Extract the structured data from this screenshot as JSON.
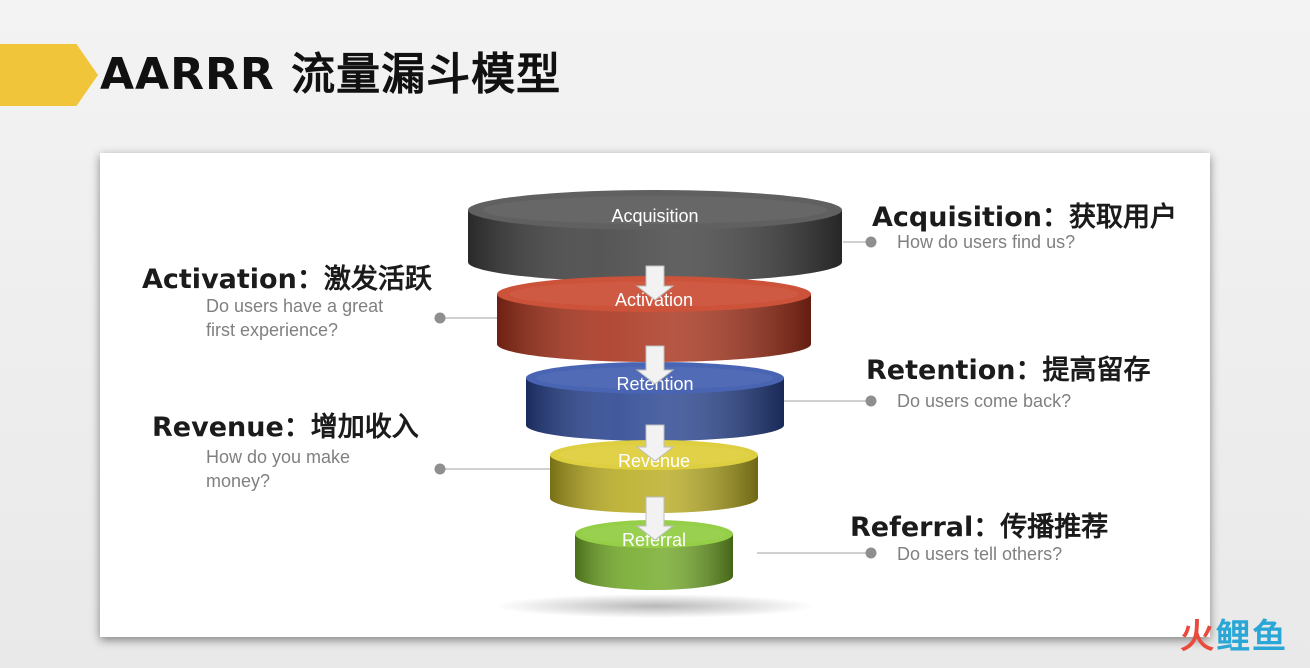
{
  "title": "AARRR 流量漏斗模型",
  "stages": [
    {
      "label": "Acquisition",
      "heading": "Acquisition：获取用户",
      "desc": "How do users find us?",
      "color": "#4a4a4a"
    },
    {
      "label": "Activation",
      "heading": "Activation：激发活跃",
      "desc": "Do users have a great\nfirst experience?",
      "color": "#c53a1f"
    },
    {
      "label": "Retention",
      "heading": "Retention：提高留存",
      "desc": "Do users come back?",
      "color": "#2f4fa8"
    },
    {
      "label": "Revenue",
      "heading": "Revenue：增加收入",
      "desc": "How do you make\nmoney?",
      "color": "#d9c927"
    },
    {
      "label": "Referral",
      "heading": "Referral：传播推荐",
      "desc": "Do users tell others?",
      "color": "#86c72e"
    }
  ],
  "watermark": {
    "a": "火",
    "b": "鲤鱼"
  }
}
